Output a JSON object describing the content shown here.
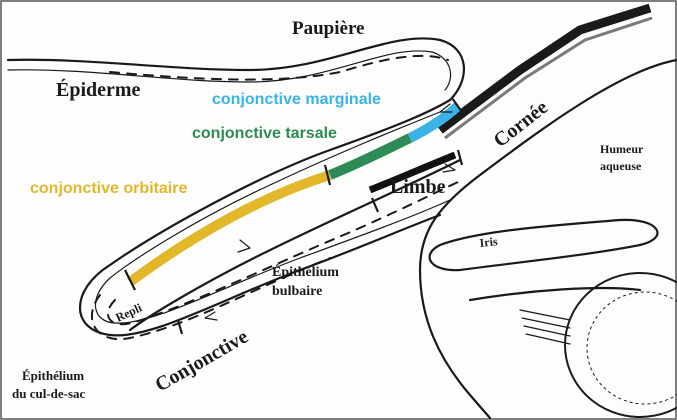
{
  "labels": {
    "paupiere": "Paupière",
    "epiderme": "Épiderme",
    "marginale": "conjonctive marginale",
    "tarsale": "conjonctive tarsale",
    "orbitaire": "conjonctive orbitaire",
    "cornee": "Cornée",
    "humeur_1": "Humeur",
    "humeur_2": "aqueuse",
    "limbe": "Limbe",
    "iris": "Iris",
    "epi_bulbaire_1": "Épithélium",
    "epi_bulbaire_2": "bulbaire",
    "repli": "Repli",
    "conjonctive": "Conjonctive",
    "epi_cul_1": "Épithélium",
    "epi_cul_2": "du cul-de-sac"
  },
  "colors": {
    "marginale": "#3ab4e6",
    "tarsale": "#2e8b57",
    "orbitaire": "#e2b72a",
    "ink": "#1a1a1a",
    "black_segment": "#111111"
  }
}
